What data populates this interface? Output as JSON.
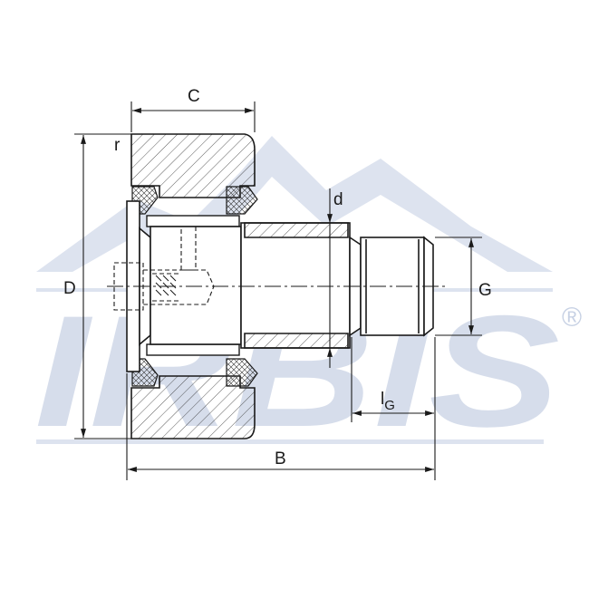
{
  "watermark": {
    "brand": "IRBIS",
    "registered_mark": "®",
    "color": "#c7d1e4"
  },
  "dimensions": {
    "C": "C",
    "r": "r",
    "d": "d",
    "D": "D",
    "G": "G",
    "lG_main": "l",
    "lG_sub": "G",
    "B": "B"
  },
  "colors": {
    "line": "#1a1a1a",
    "hatch": "#333333"
  }
}
